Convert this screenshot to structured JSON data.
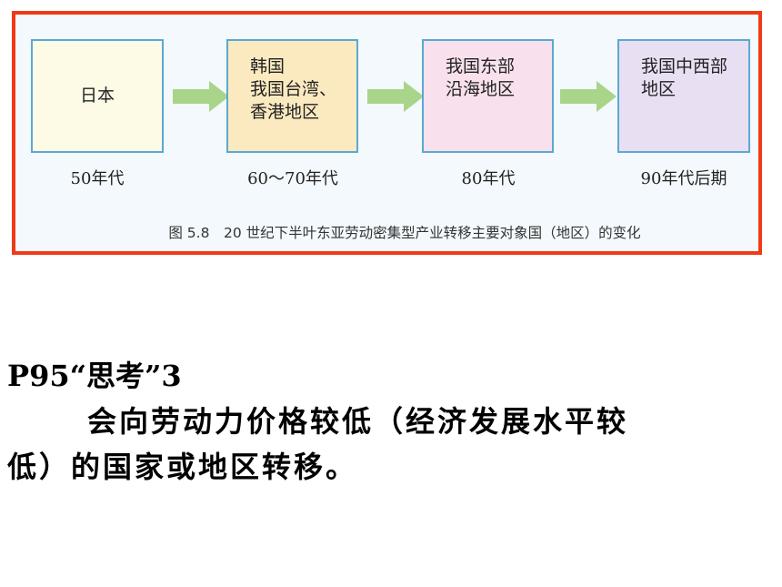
{
  "figure": {
    "stages": [
      {
        "lines": [
          "日本"
        ],
        "period": "50年代",
        "color": "#fdfbe6"
      },
      {
        "lines": [
          "韩国",
          "我国台湾、",
          "香港地区"
        ],
        "period": "60～70年代",
        "color": "#fbeac0"
      },
      {
        "lines": [
          "我国东部",
          "沿海地区"
        ],
        "period": "80年代",
        "color": "#f8e1ed"
      },
      {
        "lines": [
          "我国中西部",
          "地区"
        ],
        "period": "90年代后期",
        "color": "#e9dff3"
      }
    ],
    "arrow_color": "#a8d58a",
    "border_color": "#f03a17",
    "caption": "图 5.8　20 世纪下半叶东亚劳动密集型产业转移主要对象国（地区）的变化"
  },
  "slide": {
    "heading": "P95“思考”3",
    "line2": "会向劳动力价格较低（经济发展水平较",
    "line3": "低）的国家或地区转移。"
  }
}
